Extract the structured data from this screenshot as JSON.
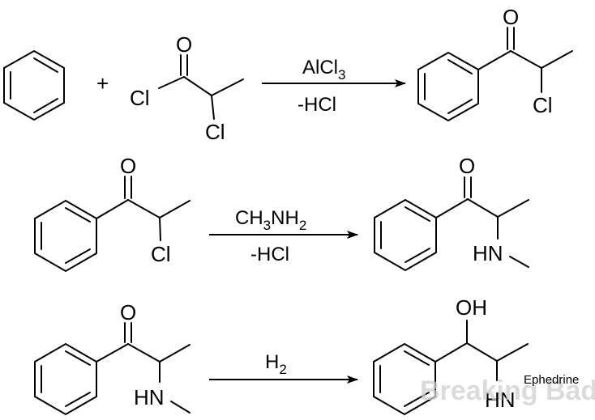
{
  "reaction_1": {
    "plus": "+",
    "reagent_above": "AlCl",
    "reagent_above_sub": "3",
    "reagent_below": "-HCl",
    "reactant_acyl_cl": "Cl",
    "reactant_alpha_cl": "Cl",
    "reactant_o": "O",
    "product_o": "O",
    "product_cl": "Cl"
  },
  "reaction_2": {
    "reagent_above_parts": [
      "CH",
      "3",
      "NH",
      "2"
    ],
    "reagent_below": "-HCl",
    "reactant_o": "O",
    "reactant_cl": "Cl",
    "product_o": "O",
    "product_hn": "HN"
  },
  "reaction_3": {
    "reagent_above": "H",
    "reagent_above_sub": "2",
    "reactant_o": "O",
    "reactant_hn": "HN",
    "product_oh": "OH",
    "product_hn": "HN",
    "product_name": "Ephedrine"
  },
  "watermark": "Breaking Bad",
  "colors": {
    "ink": "#000000",
    "background": "#ffffff",
    "watermark": "#cfcfcf"
  }
}
